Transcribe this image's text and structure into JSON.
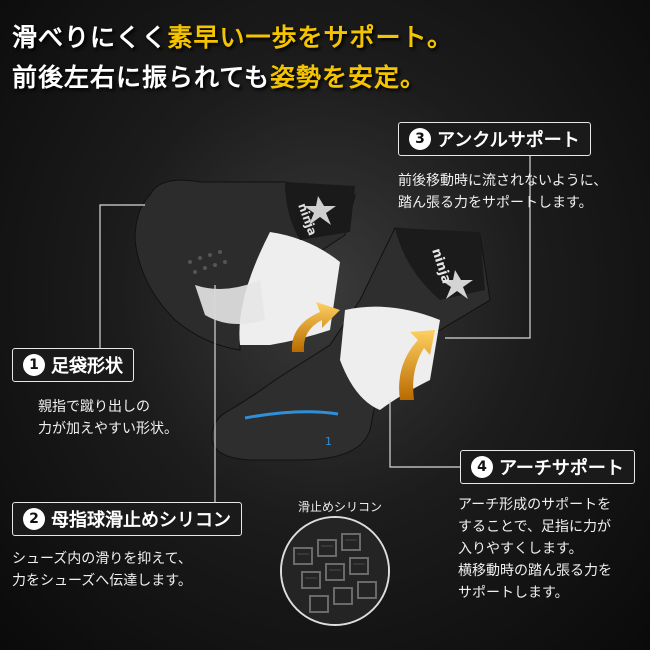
{
  "headline": {
    "line1_plain": "滑べりにくく",
    "line1_highlight": "素早い一歩をサポート。",
    "line2_plain": "前後左右に振られても",
    "line2_highlight": "姿勢を安定。"
  },
  "features": [
    {
      "num": "1",
      "title": "足袋形状",
      "lines": [
        "親指で蹴り出しの",
        "力が加えやすい形状。"
      ]
    },
    {
      "num": "2",
      "title": "母指球滑止めシリコン",
      "lines": [
        "シューズ内の滑りを抑えて、",
        "力をシューズへ伝達します。"
      ]
    },
    {
      "num": "3",
      "title": "アンクルサポート",
      "lines": [
        "前後移動時に流されないように、",
        "踏ん張る力をサポートします。"
      ]
    },
    {
      "num": "4",
      "title": "アーチサポート",
      "lines": [
        "アーチ形成のサポートを",
        "することで、足指に力が",
        "入りやすくします。",
        "横移動時の踏ん張る力を",
        "サポートします。"
      ]
    }
  ],
  "silicon_caption": "滑止めシリコン",
  "product": {
    "brand_text": "ninja",
    "toe_number": "1"
  },
  "colors": {
    "highlight": "#f5c400",
    "accent_blue": "#2f8fd8",
    "arrow_orange": "#f0a020"
  }
}
